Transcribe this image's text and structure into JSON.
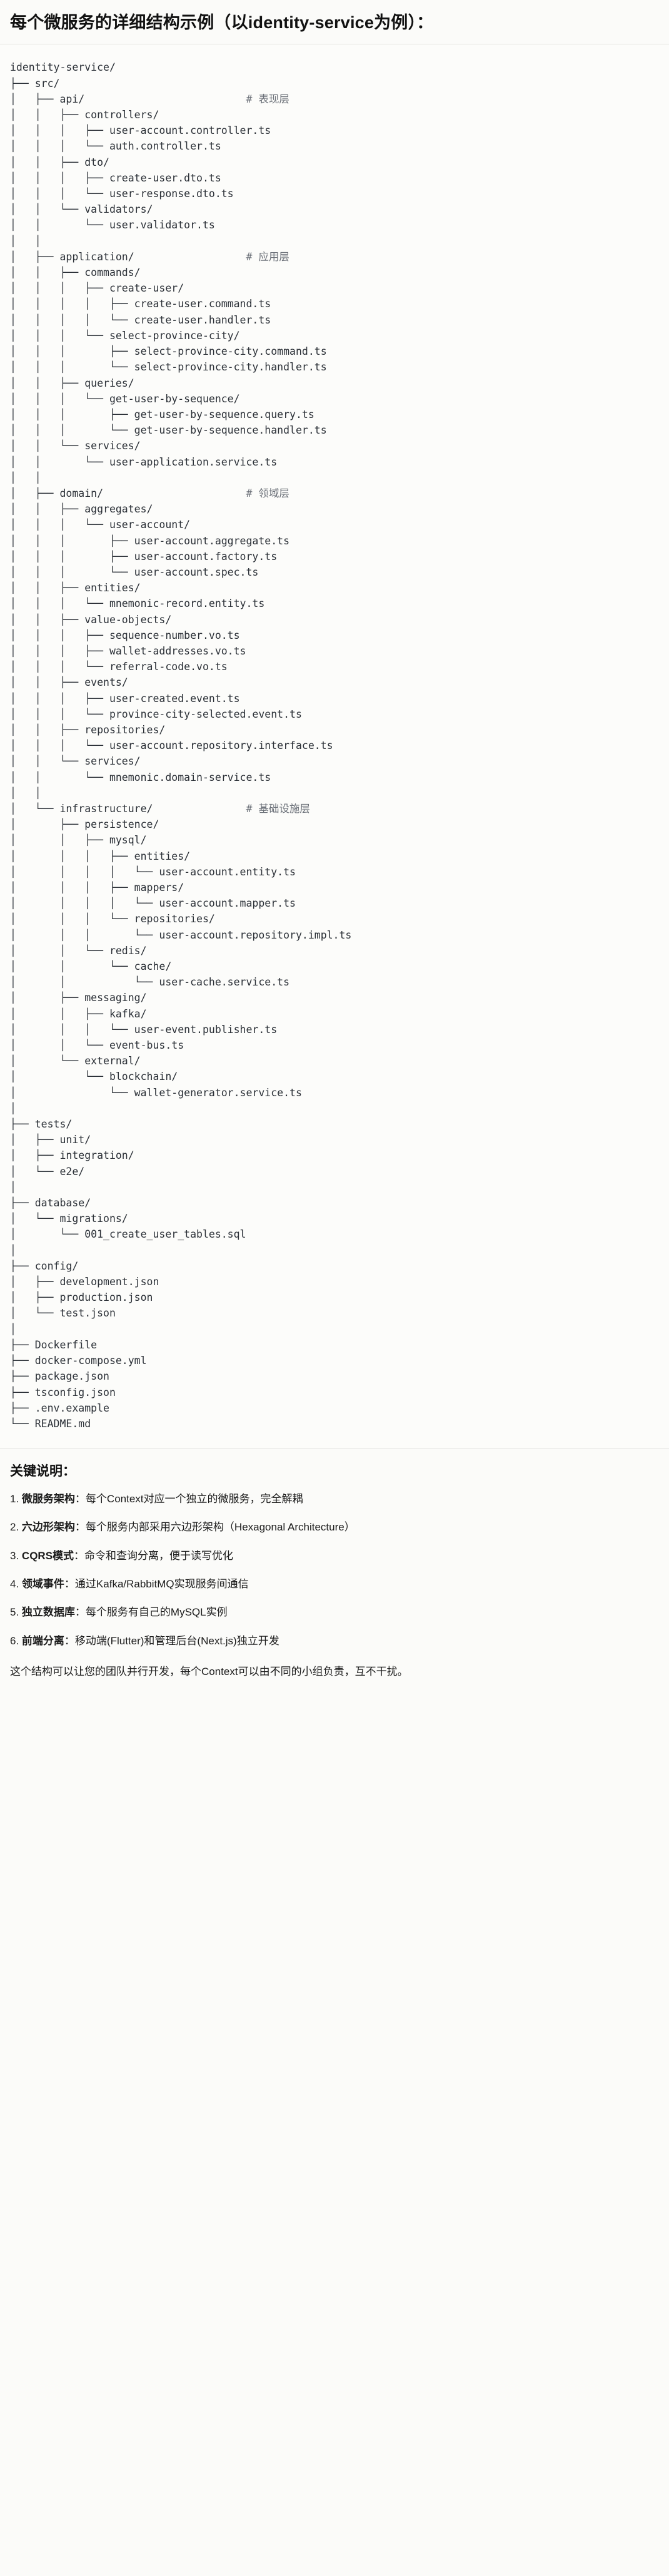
{
  "header": {
    "title": "每个微服务的详细结构示例（以identity-service为例）："
  },
  "tree": {
    "root": "identity-service/",
    "text": "identity-service/\n├── src/\n│   ├── api/                          # 表现层\n│   │   ├── controllers/\n│   │   │   ├── user-account.controller.ts\n│   │   │   └── auth.controller.ts\n│   │   ├── dto/\n│   │   │   ├── create-user.dto.ts\n│   │   │   └── user-response.dto.ts\n│   │   └── validators/\n│   │       └── user.validator.ts\n│   │\n│   ├── application/                  # 应用层\n│   │   ├── commands/\n│   │   │   ├── create-user/\n│   │   │   │   ├── create-user.command.ts\n│   │   │   │   └── create-user.handler.ts\n│   │   │   └── select-province-city/\n│   │   │       ├── select-province-city.command.ts\n│   │   │       └── select-province-city.handler.ts\n│   │   ├── queries/\n│   │   │   └── get-user-by-sequence/\n│   │   │       ├── get-user-by-sequence.query.ts\n│   │   │       └── get-user-by-sequence.handler.ts\n│   │   └── services/\n│   │       └── user-application.service.ts\n│   │\n│   ├── domain/                       # 领域层\n│   │   ├── aggregates/\n│   │   │   └── user-account/\n│   │   │       ├── user-account.aggregate.ts\n│   │   │       ├── user-account.factory.ts\n│   │   │       └── user-account.spec.ts\n│   │   ├── entities/\n│   │   │   └── mnemonic-record.entity.ts\n│   │   ├── value-objects/\n│   │   │   ├── sequence-number.vo.ts\n│   │   │   ├── wallet-addresses.vo.ts\n│   │   │   └── referral-code.vo.ts\n│   │   ├── events/\n│   │   │   ├── user-created.event.ts\n│   │   │   └── province-city-selected.event.ts\n│   │   ├── repositories/\n│   │   │   └── user-account.repository.interface.ts\n│   │   └── services/\n│   │       └── mnemonic.domain-service.ts\n│   │\n│   └── infrastructure/               # 基础设施层\n│       ├── persistence/\n│       │   ├── mysql/\n│       │   │   ├── entities/\n│       │   │   │   └── user-account.entity.ts\n│       │   │   ├── mappers/\n│       │   │   │   └── user-account.mapper.ts\n│       │   │   └── repositories/\n│       │   │       └── user-account.repository.impl.ts\n│       │   └── redis/\n│       │       └── cache/\n│       │           └── user-cache.service.ts\n│       ├── messaging/\n│       │   ├── kafka/\n│       │   │   └── user-event.publisher.ts\n│       │   └── event-bus.ts\n│       └── external/\n│           └── blockchain/\n│               └── wallet-generator.service.ts\n│\n├── tests/\n│   ├── unit/\n│   ├── integration/\n│   └── e2e/\n│\n├── database/\n│   └── migrations/\n│       └── 001_create_user_tables.sql\n│\n├── config/\n│   ├── development.json\n│   ├── production.json\n│   └── test.json\n│\n├── Dockerfile\n├── docker-compose.yml\n├── package.json\n├── tsconfig.json\n├── .env.example\n└── README.md",
    "comments": [
      "# 表现层",
      "# 应用层",
      "# 领域层",
      "# 基础设施层"
    ]
  },
  "keys": {
    "heading": "关键说明：",
    "items": [
      {
        "term": "微服务架构",
        "sep": "：",
        "desc": "每个Context对应一个独立的微服务，完全解耦"
      },
      {
        "term": "六边形架构",
        "sep": "：",
        "desc": "每个服务内部采用六边形架构（Hexagonal Architecture）"
      },
      {
        "term": "CQRS模式",
        "sep": "：",
        "desc": "命令和查询分离，便于读写优化"
      },
      {
        "term": "领域事件",
        "sep": "：",
        "desc": "通过Kafka/RabbitMQ实现服务间通信"
      },
      {
        "term": "独立数据库",
        "sep": "：",
        "desc": "每个服务有自己的MySQL实例"
      },
      {
        "term": "前端分离",
        "sep": "：",
        "desc": "移动端(Flutter)和管理后台(Next.js)独立开发"
      }
    ],
    "closing": "这个结构可以让您的团队并行开发，每个Context可以由不同的小组负责，互不干扰。"
  },
  "colors": {
    "page_bg": "#fbfbf9",
    "code_bg": "#fcfcfa",
    "text": "#1b1b1b",
    "code_text": "#2a2f36",
    "comment_text": "#6b7078",
    "divider": "#e3e3e0"
  }
}
